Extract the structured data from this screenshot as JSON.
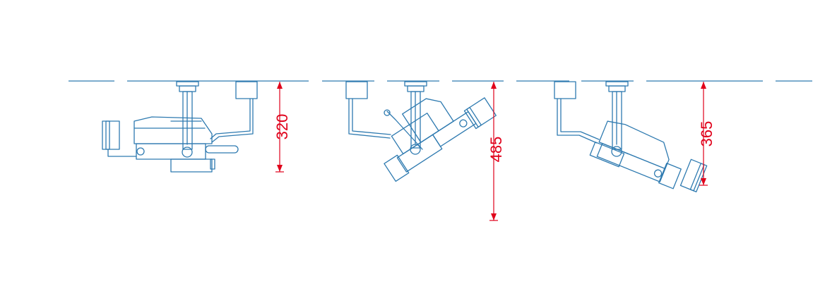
{
  "colors": {
    "drawing": "#2e7ab0",
    "dimension": "#e0001a",
    "background": "#ffffff"
  },
  "fixtures": [
    {
      "label": "320",
      "dim_value": 320
    },
    {
      "label": "485",
      "dim_value": 485
    },
    {
      "label": "365",
      "dim_value": 365
    }
  ]
}
